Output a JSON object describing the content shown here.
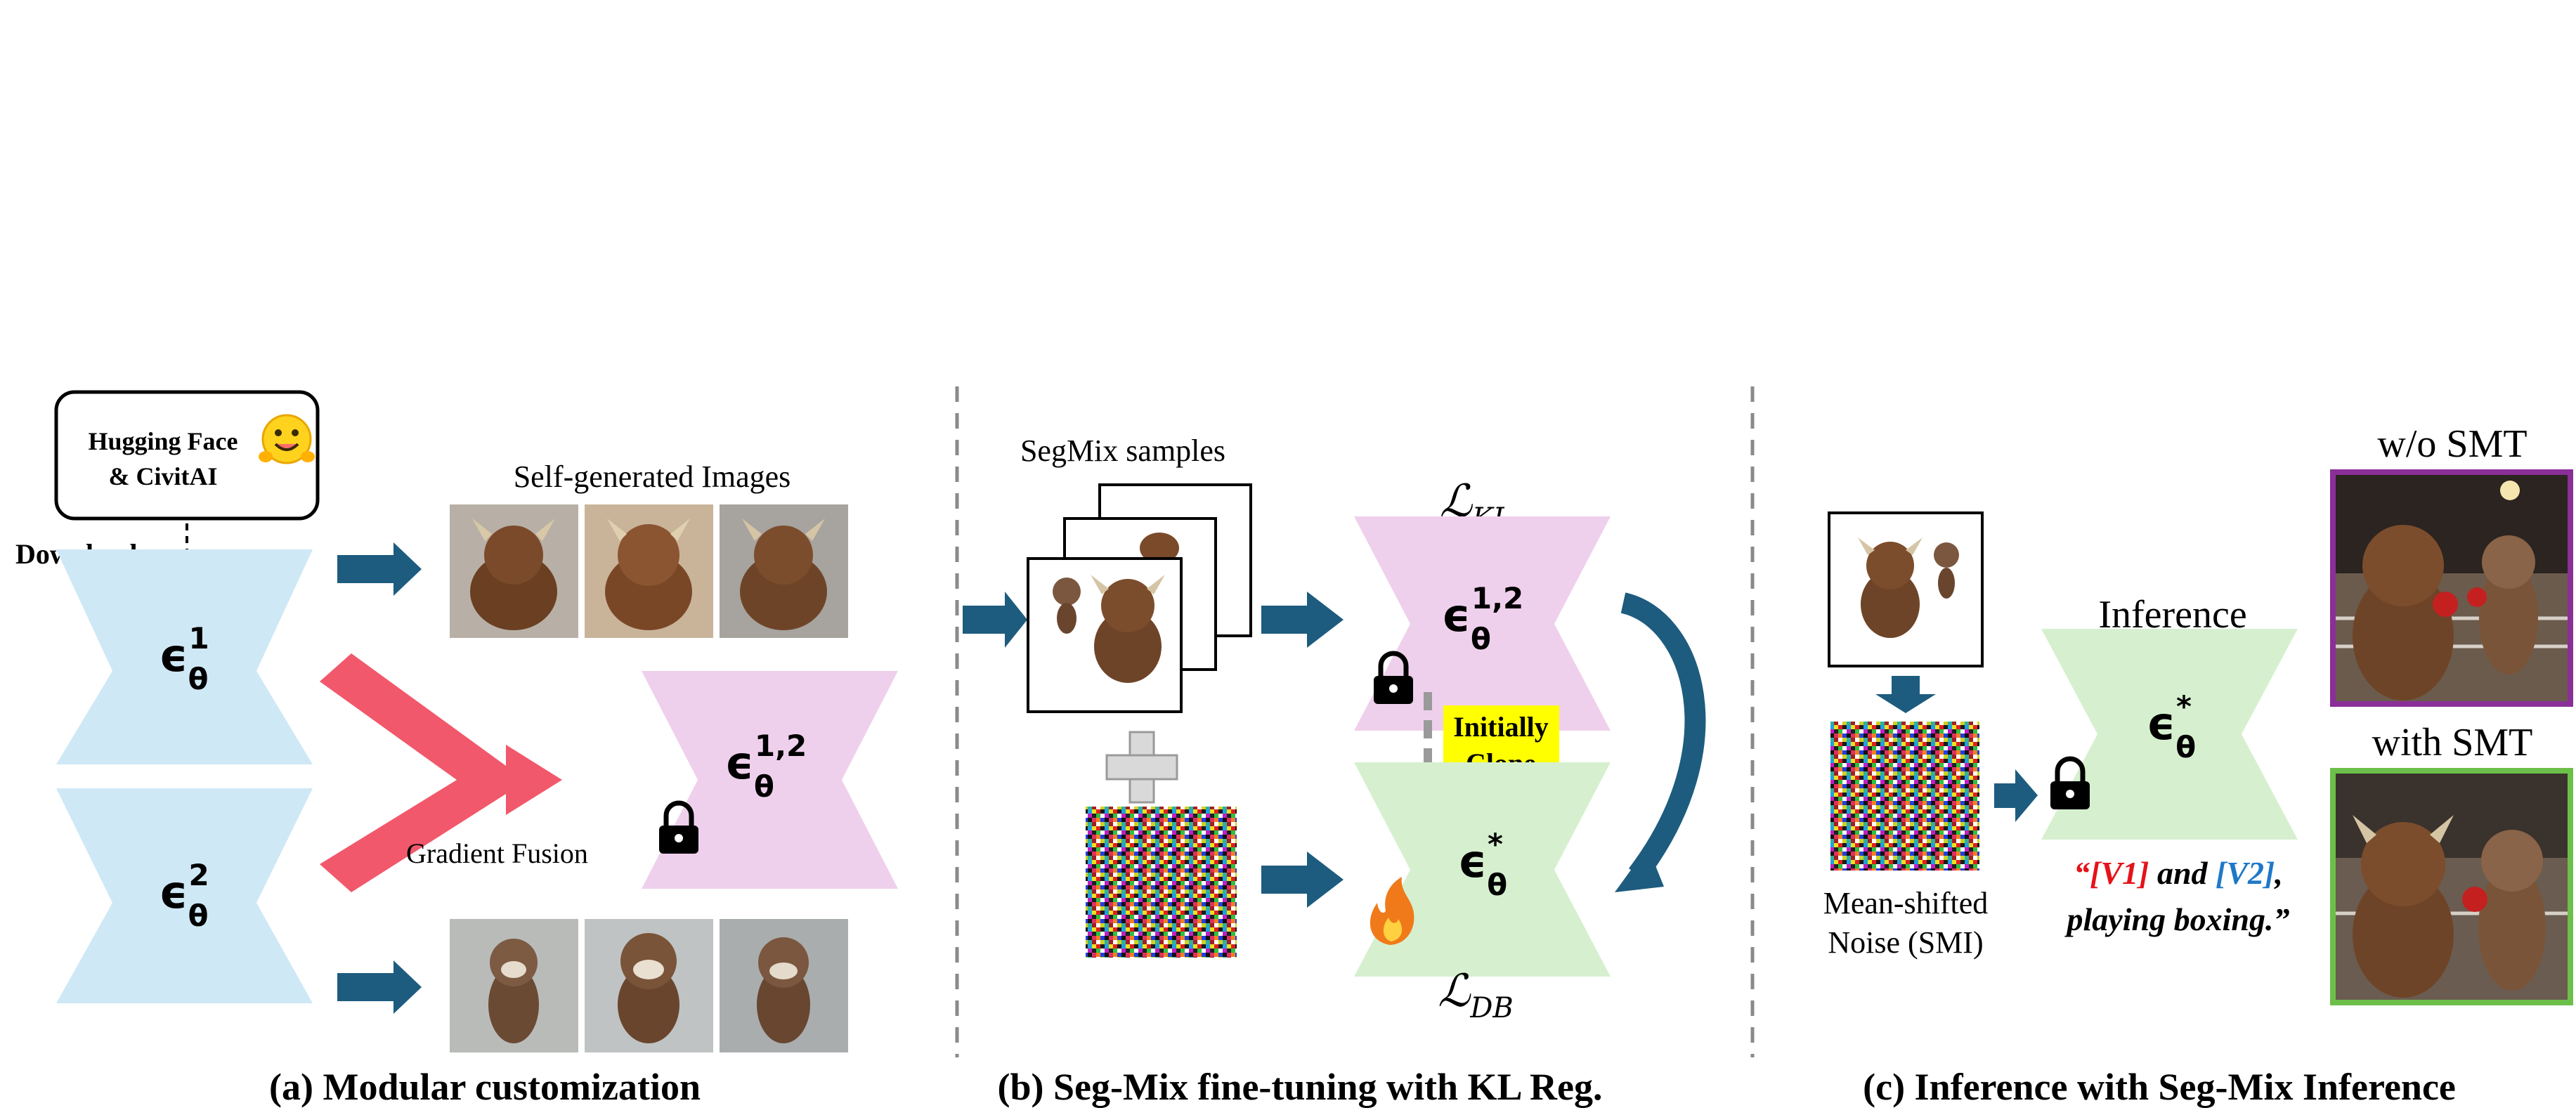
{
  "colors": {
    "blue_unet": "#cfe8f6",
    "pink_unet": "#efd0ec",
    "green_unet": "#d6f0cf",
    "arrow_blue": "#1d5c7e",
    "fusion_pink": "#f2586b",
    "highlight_yellow": "#ffff00",
    "v1_red": "#e6121a",
    "v2_blue": "#1e78c8",
    "frame_purple": "#8a2f98",
    "frame_green": "#6cc04a",
    "divider_gray": "#8a8a8a"
  },
  "panel_a": {
    "source_line1": "Hugging Face",
    "source_line2": "& CivitAI",
    "source_icon": "hugging-face-emoji",
    "download_label": "Download",
    "model1": "ϵθ1",
    "model2": "ϵθ2",
    "fused_model": "ϵθ1,2",
    "self_generated_label": "Self-generated Images",
    "gradient_fusion_label": "Gradient Fusion",
    "caption": "(a) Modular customization"
  },
  "panel_b": {
    "segmix_label": "SegMix samples",
    "loss_kl": "ℒKL",
    "loss_db": "ℒDB",
    "init_line1": "Initially",
    "init_line2": "Clone",
    "teacher_model": "ϵθ1,2",
    "student_model": "ϵθ*",
    "caption": "(b) Seg-Mix fine-tuning with KL Reg."
  },
  "panel_c": {
    "inference_label": "Inference",
    "model": "ϵθ*",
    "noise_line1": "Mean-shifted",
    "noise_line2": "Noise (SMI)",
    "prompt_open": "“",
    "prompt_v1": "[V1]",
    "prompt_and": " and ",
    "prompt_v2": "[V2]",
    "prompt_comma": ",",
    "prompt_line2": "playing boxing.”",
    "without_label": "w/o SMT",
    "with_label": "with SMT",
    "caption": "(c) Inference with Seg-Mix Inference"
  }
}
